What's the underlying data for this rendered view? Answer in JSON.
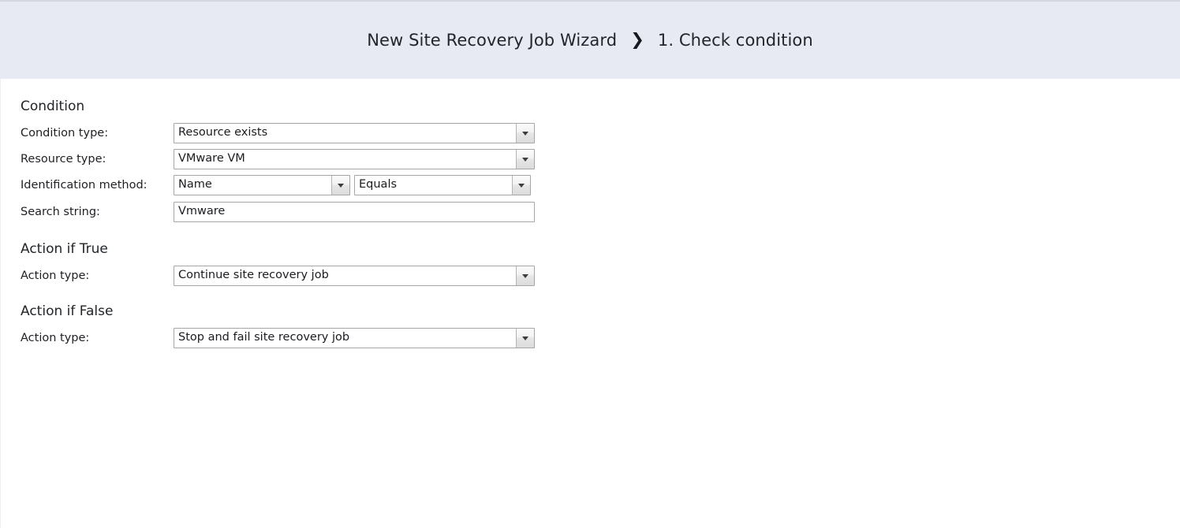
{
  "header": {
    "wizard_title": "New Site Recovery Job Wizard",
    "separator_icon": "chevron-right-icon",
    "step": "1. Check condition",
    "background_color": "#e7eaf2"
  },
  "sections": {
    "condition": {
      "title": "Condition",
      "fields": {
        "condition_type": {
          "label": "Condition type:",
          "value": "Resource exists",
          "control": "dropdown"
        },
        "resource_type": {
          "label": "Resource type:",
          "value": "VMware VM",
          "control": "dropdown"
        },
        "identification_method": {
          "label": "Identification method:",
          "value": "Name",
          "operator_value": "Equals",
          "control": "dual-dropdown"
        },
        "search_string": {
          "label": "Search string:",
          "value": "Vmware",
          "placeholder": "",
          "control": "textbox"
        }
      }
    },
    "action_if_true": {
      "title": "Action if True",
      "fields": {
        "action_type": {
          "label": "Action type:",
          "value": "Continue site recovery job",
          "control": "dropdown"
        }
      }
    },
    "action_if_false": {
      "title": "Action if False",
      "fields": {
        "action_type": {
          "label": "Action type:",
          "value": "Stop and fail site recovery job",
          "control": "dropdown"
        }
      }
    }
  },
  "icons": {
    "dropdown_arrow": "chevron-down-icon"
  }
}
